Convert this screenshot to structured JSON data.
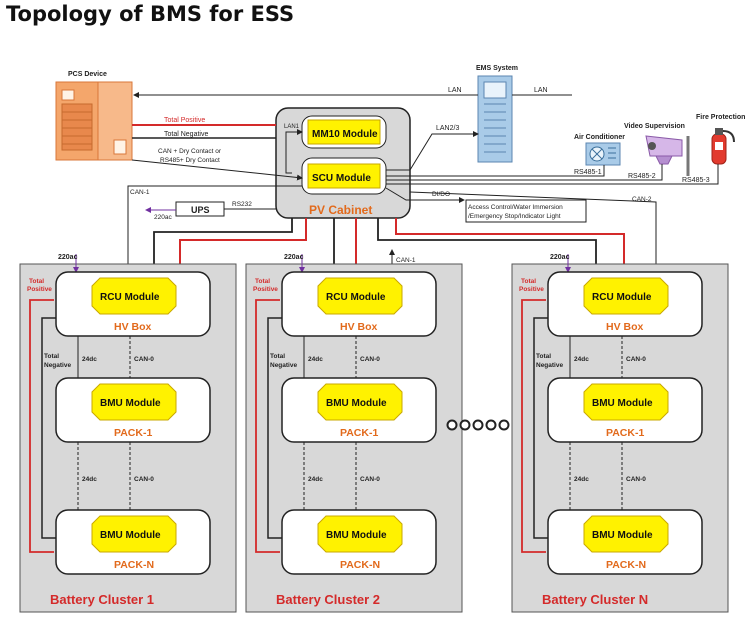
{
  "title": "Topology of BMS for ESS",
  "devices": {
    "pcs": "PCS Device",
    "ems": "EMS System",
    "air_conditioner": "Air Conditioner",
    "video": "Video Supervision",
    "fire": "Fire Protection",
    "ups": "UPS",
    "pv_cabinet": "PV Cabinet",
    "mm10": "MM10 Module",
    "scu": "SCU Module"
  },
  "links": {
    "lan_top": "LAN",
    "lan_right": "LAN",
    "lan1": "LAN1",
    "lan23": "LAN2/3",
    "total_positive": "Total Positive",
    "total_negative": "Total Negative",
    "can_dry_1": "CAN + Dry Contact or",
    "can_dry_2": "RS485+ Dry Contact",
    "rs485_1": "RS485-1",
    "rs485_2": "RS485-2",
    "rs485_3": "RS485-3",
    "can1": "CAN-1",
    "can2": "CAN-2",
    "can1_c2": "CAN-1",
    "rs232": "RS232",
    "ups_220": "220ac",
    "dido": "DI/DO",
    "access_1": "Access Control/Water Immersion",
    "access_2": "/Emergency Stop/Indicator Light"
  },
  "clusters": [
    {
      "name": "Battery Cluster 1",
      "ac": "220ac",
      "tp1": "Total",
      "tp2": "Positive",
      "rcu": "RCU Module",
      "hv": "HV Box",
      "tn1": "Total",
      "tn2": "Negative",
      "dc1": "24dc",
      "can_a": "CAN-0",
      "bmu1": "BMU Module",
      "pack1": "PACK-1",
      "dc2": "24dc",
      "can_b": "CAN-0",
      "bmun": "BMU Module",
      "packn": "PACK-N"
    },
    {
      "name": "Battery Cluster 2",
      "ac": "220ac",
      "tp1": "Total",
      "tp2": "Positive",
      "rcu": "RCU Module",
      "hv": "HV Box",
      "tn1": "Total",
      "tn2": "Negative",
      "dc1": "24dc",
      "can_a": "CAN-0",
      "bmu1": "BMU Module",
      "pack1": "PACK-1",
      "dc2": "24dc",
      "can_b": "CAN-0",
      "bmun": "BMU Module",
      "packn": "PACK-N"
    },
    {
      "name": "Battery Cluster N",
      "ac": "220ac",
      "tp1": "Total",
      "tp2": "Positive",
      "rcu": "RCU Module",
      "hv": "HV Box",
      "tn1": "Total",
      "tn2": "Negative",
      "dc1": "24dc",
      "can_a": "CAN-0",
      "bmu1": "BMU Module",
      "pack1": "PACK-1",
      "dc2": "24dc",
      "can_b": "CAN-0",
      "bmun": "BMU Module",
      "packn": "PACK-N"
    }
  ],
  "colors": {
    "power_line": "#d42a2a",
    "module_fill": "#fff200",
    "module_stroke": "#c9a800",
    "label_orange": "#e26a1c",
    "cluster_title": "#d42a2a",
    "panel_gray": "#d8d8d8",
    "device_orange": "#f4a66b",
    "device_blue": "#a9cbe8"
  }
}
